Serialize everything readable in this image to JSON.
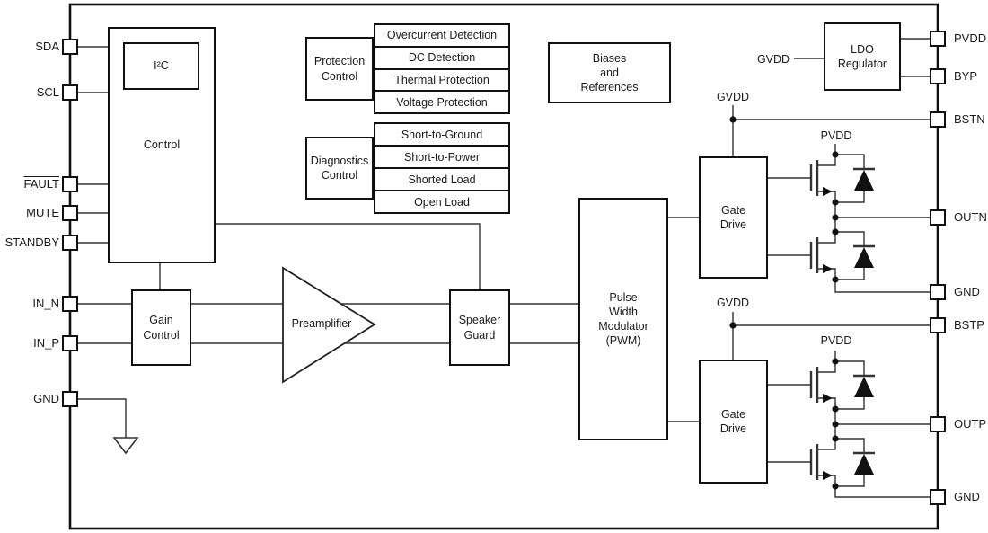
{
  "left_pins": [
    {
      "label": "SDA",
      "overline": false
    },
    {
      "label": "SCL",
      "overline": false
    },
    {
      "label": "FAULT",
      "overline": true
    },
    {
      "label": "MUTE",
      "overline": false
    },
    {
      "label": "STANDBY",
      "overline": true
    },
    {
      "label": "IN_N",
      "overline": false
    },
    {
      "label": "IN_P",
      "overline": false
    },
    {
      "label": "GND",
      "overline": false
    }
  ],
  "right_pins": [
    {
      "label": "PVDD"
    },
    {
      "label": "BYP"
    },
    {
      "label": "BSTN"
    },
    {
      "label": "OUTN"
    },
    {
      "label": "GND"
    },
    {
      "label": "BSTP"
    },
    {
      "label": "OUTP"
    },
    {
      "label": "GND"
    }
  ],
  "blocks": {
    "control": "Control",
    "i2c": "I²C",
    "gain_control": "Gain\nControl",
    "preamplifier": "Preamplifier",
    "speaker_guard": "Speaker\nGuard",
    "pwm": "Pulse\nWidth\nModulator\n(PWM)",
    "protection_control": "Protection\nControl",
    "diagnostics_control": "Diagnostics\nControl",
    "biases": "Biases\nand\nReferences",
    "ldo": "LDO\nRegulator",
    "gate_drive_1": "Gate\nDrive",
    "gate_drive_2": "Gate\nDrive"
  },
  "protection_items": [
    "Overcurrent Detection",
    "DC Detection",
    "Thermal Protection",
    "Voltage Protection"
  ],
  "diagnostics_items": [
    "Short-to-Ground",
    "Short-to-Power",
    "Shorted Load",
    "Open Load"
  ],
  "net_labels": {
    "gvdd_ldo": "GVDD",
    "gvdd_1": "GVDD",
    "gvdd_2": "GVDD",
    "pvdd_1": "PVDD",
    "pvdd_2": "PVDD"
  },
  "colors": {
    "line": "#333333",
    "border": "#111111",
    "background": "#ffffff"
  }
}
